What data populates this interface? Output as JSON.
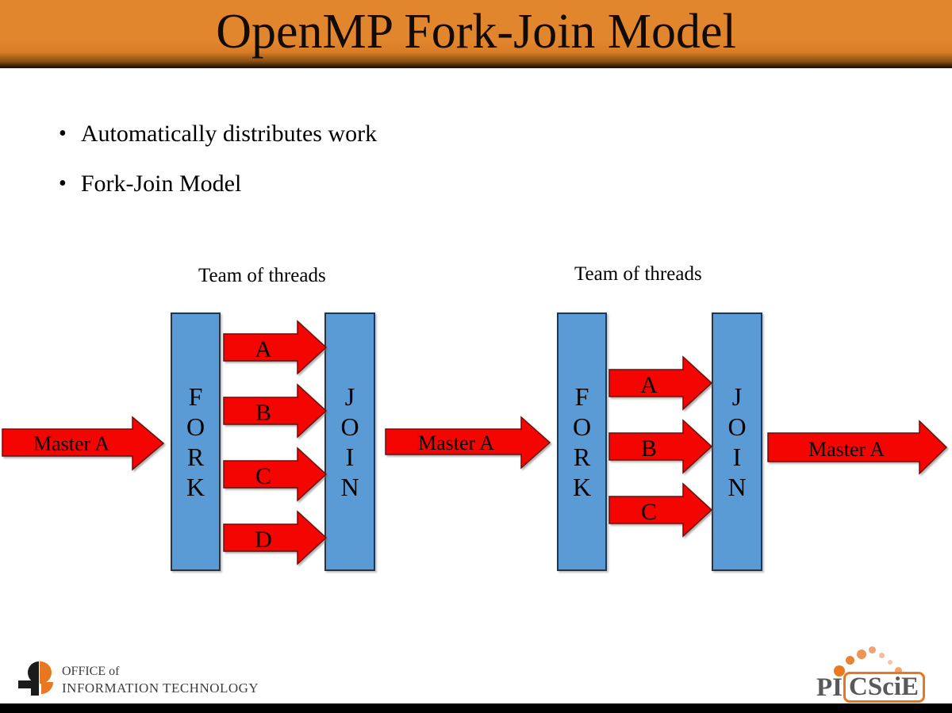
{
  "header": {
    "title": "OpenMP Fork-Join Model",
    "bg_color": "#E2862E"
  },
  "bullets": {
    "marker": "•",
    "items": [
      "Automatically distributes work",
      "Fork-Join Model"
    ]
  },
  "diagram": {
    "colors": {
      "bar_fill": "#5B9BD5",
      "arrow_fill": "#F40502",
      "text": "#000000"
    },
    "left": {
      "team_label": "Team of threads",
      "fork_letters": [
        "F",
        "O",
        "R",
        "K"
      ],
      "join_letters": [
        "J",
        "O",
        "I",
        "N"
      ],
      "thread_arrows": [
        "A",
        "B",
        "C",
        "D"
      ]
    },
    "right": {
      "team_label": "Team of threads",
      "fork_letters": [
        "F",
        "O",
        "R",
        "K"
      ],
      "join_letters": [
        "J",
        "O",
        "I",
        "N"
      ],
      "thread_arrows": [
        "A",
        "B",
        "C"
      ]
    },
    "master_labels": [
      "Master A",
      "Master A",
      "Master A"
    ]
  },
  "footer": {
    "oit": {
      "line1": "OFFICE of",
      "line2": "INFORMATION TECHNOLOGY"
    },
    "picscie": {
      "prefix": "PI",
      "boxed": "CSciE",
      "accent_color": "#E87722"
    }
  }
}
